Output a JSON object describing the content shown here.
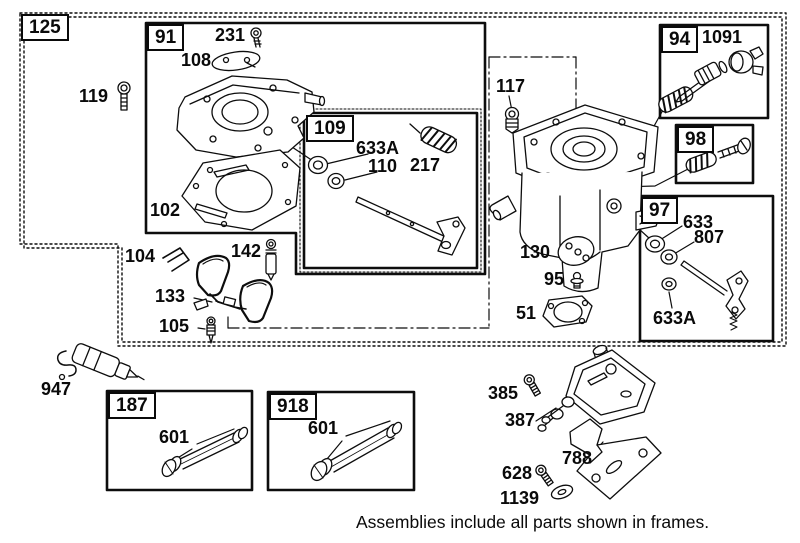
{
  "meta": {
    "background_color": "#ffffff",
    "ink_color": "#0a0a0a",
    "description_visible_text_only": true
  },
  "caption": {
    "text": "Assemblies include all parts shown in frames."
  },
  "frames": {
    "f125": {
      "label": "125"
    },
    "f91": {
      "label": "91"
    },
    "f109": {
      "label": "109"
    },
    "f94": {
      "label": "94"
    },
    "f98": {
      "label": "98"
    },
    "f97": {
      "label": "97"
    },
    "f187": {
      "label": "187"
    },
    "f918": {
      "label": "918"
    }
  },
  "labels": {
    "l231": {
      "text": "231"
    },
    "l108": {
      "text": "108"
    },
    "l119": {
      "text": "119"
    },
    "l102": {
      "text": "102"
    },
    "l633a_109": {
      "text": "633A"
    },
    "l110": {
      "text": "110"
    },
    "l217": {
      "text": "217"
    },
    "l104": {
      "text": "104"
    },
    "l142": {
      "text": "142"
    },
    "l133": {
      "text": "133"
    },
    "l105": {
      "text": "105"
    },
    "l117": {
      "text": "117"
    },
    "l1091": {
      "text": "1091"
    },
    "l633": {
      "text": "633"
    },
    "l807": {
      "text": "807"
    },
    "l633a_97": {
      "text": "633A"
    },
    "l130": {
      "text": "130"
    },
    "l95": {
      "text": "95"
    },
    "l51": {
      "text": "51"
    },
    "l947": {
      "text": "947"
    },
    "l601_187": {
      "text": "601"
    },
    "l601_918": {
      "text": "601"
    },
    "l385": {
      "text": "385"
    },
    "l387": {
      "text": "387"
    },
    "l788": {
      "text": "788"
    },
    "l628": {
      "text": "628"
    },
    "l1139": {
      "text": "1139"
    }
  }
}
